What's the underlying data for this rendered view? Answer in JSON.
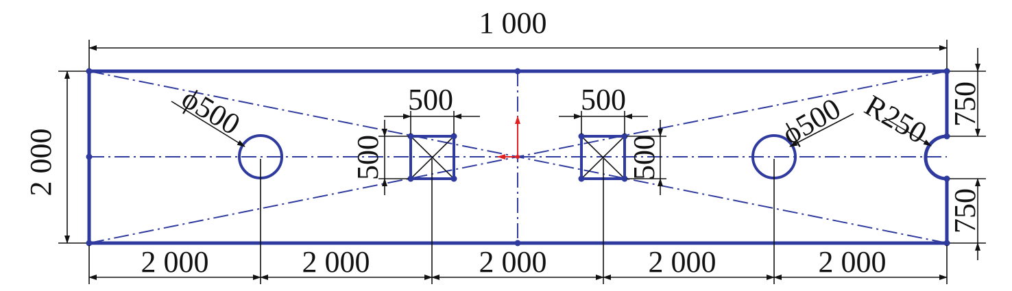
{
  "dimensions": {
    "top_overall": "1 000",
    "left_height": "2 000",
    "bottom_spacing": [
      "2 000",
      "2 000",
      "2 000",
      "2 000",
      "2 000"
    ],
    "hole_left_diameter": "ϕ500",
    "hole_right_diameter": "ϕ500",
    "square_left_width": "500",
    "square_left_height": "500",
    "square_right_width": "500",
    "square_right_height": "500",
    "notch_radius": "R250",
    "right_upper": "750",
    "right_lower": "750"
  },
  "colors": {
    "geometry": "#2f3a9e",
    "dimension": "#111111",
    "origin_marker": "#e02020"
  }
}
